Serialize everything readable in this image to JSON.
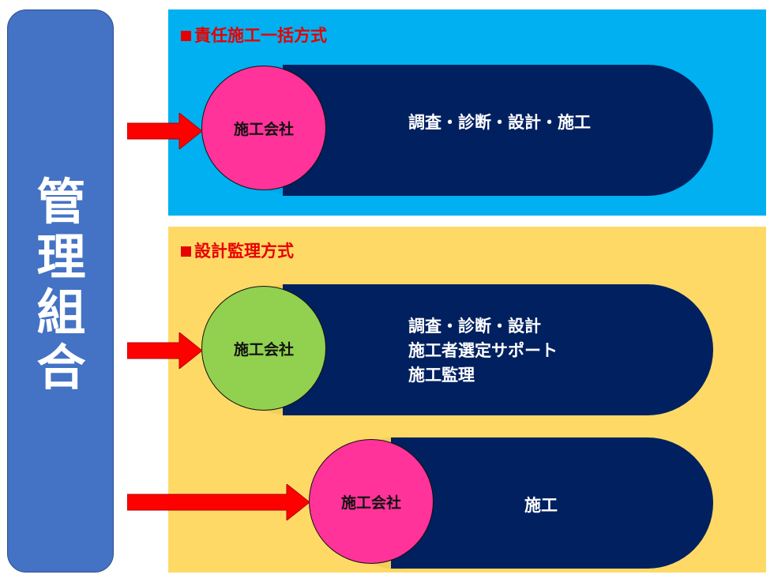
{
  "left_bar": {
    "label": "管\n理\n組\n合",
    "color": "#4472c4"
  },
  "sections": [
    {
      "title": "責任施工一括方式",
      "panel_color": "#00b0f0",
      "rows": [
        {
          "company": "施工会社",
          "company_color": "#ff3399",
          "scope": "調査・診断・設計・施工"
        }
      ]
    },
    {
      "title": "設計監理方式",
      "panel_color": "#ffd966",
      "rows": [
        {
          "company": "施工会社",
          "company_color": "#92d050",
          "scope": "調査・診断・設計\n施工者選定サポート\n施工監理"
        },
        {
          "company": "施工会社",
          "company_color": "#ff3399",
          "scope": "施工"
        }
      ]
    }
  ],
  "colors": {
    "pill": "#002060",
    "arrow": "#ff0000",
    "section_title": "#e60000"
  }
}
